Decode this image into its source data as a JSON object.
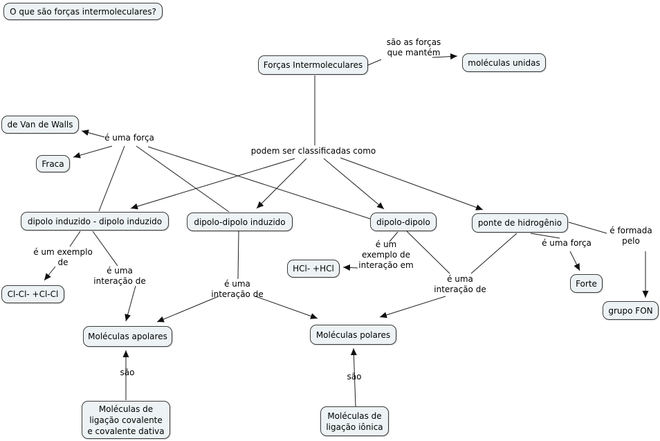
{
  "canvas": {
    "background_color": "#ffffff",
    "node_fill_color": "#edf3f4",
    "node_border_color": "#3b3b3b",
    "line_color": "#1c1c1c"
  },
  "focus_question": "O que são forças intermoleculares?",
  "nodes": {
    "forcas_intermoleculares": "Forças Intermoleculares",
    "moleculas_unidas": "moléculas unidas",
    "van_de_walls": "de Van de Walls",
    "fraca": "Fraca",
    "dipolo_induzido_dipolo_induzido": "dipolo induzido - dipolo induzido",
    "dipolo_dipolo_induzido": "dipolo-dipolo induzido",
    "dipolo_dipolo": "dipolo-dipolo",
    "ponte_de_hidrogenio": "ponte de hidrogênio",
    "hcl": "HCl- +HCl",
    "clcl": "Cl-Cl- +Cl-Cl",
    "forte": "Forte",
    "grupo_fon": "grupo FON",
    "moleculas_apolares": "Moléculas apolares",
    "moleculas_polares": "Moléculas polares",
    "moleculas_covalente": "Moléculas de\nligação covalente\ne covalente dativa",
    "moleculas_ionica": "Moléculas de\nligação iônica"
  },
  "linking_phrases": {
    "sao_as_forcas": "são as forças\nque mantém",
    "e_uma_forca_left": "é uma força",
    "podem_ser": "podem ser classificadas como",
    "e_um_exemplo_de": "é um exemplo\nde",
    "e_uma_interacao_1": "é uma\ninteração de",
    "e_uma_interacao_2": "é uma\ninteração de",
    "e_um_exemplo_interacao": "é um\nexemplo de\ninteração em",
    "e_uma_interacao_3": "é uma\ninteração de",
    "e_uma_forca_right": "é uma força",
    "e_formada_pelo": "é formada\npelo",
    "sao_left": "são",
    "sao_right": "são"
  }
}
